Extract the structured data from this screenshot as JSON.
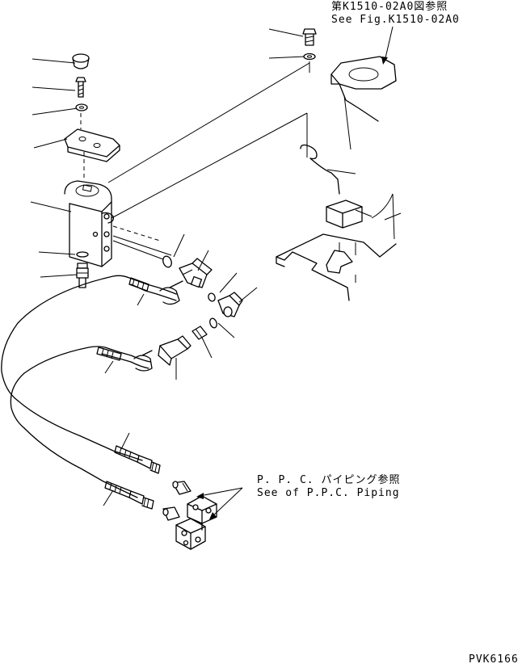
{
  "references": {
    "fig_ref_jp": "第K1510-02A0図参照",
    "fig_ref_en": "See Fig.K1510-02A0",
    "ppc_ref_jp": "P. P. C. パイピング参照",
    "ppc_ref_en": "See of P.P.C. Piping"
  },
  "drawing_code": "PVK6166"
}
